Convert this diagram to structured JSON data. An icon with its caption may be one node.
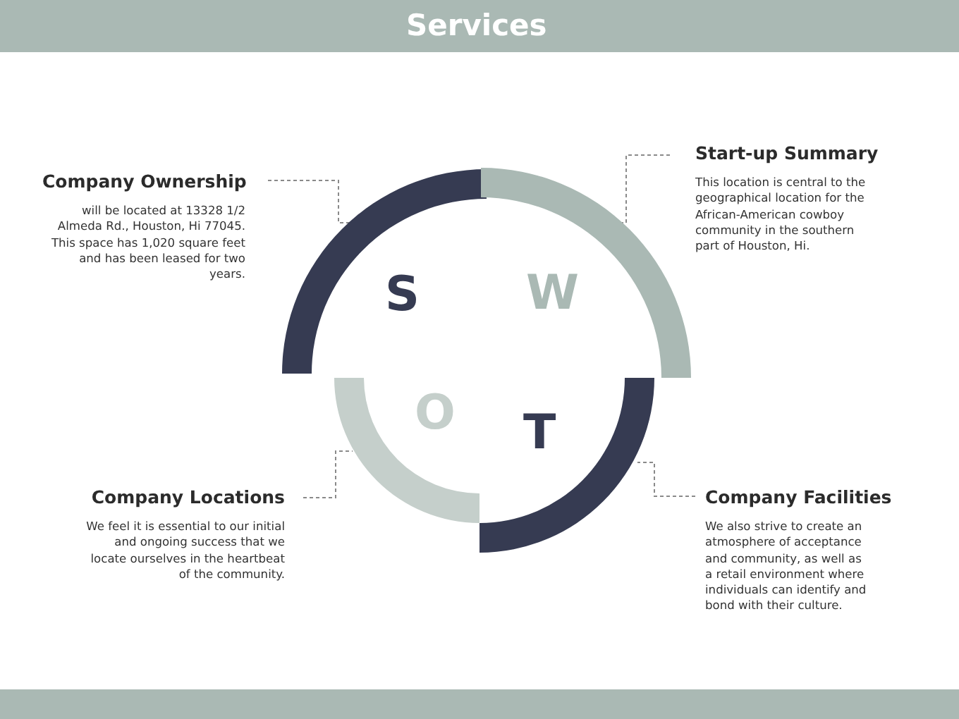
{
  "diagram": {
    "title": "Services",
    "nodes": [
      {
        "text": [
          "Company Ownership",
          "will be located at 13328 1/2 Almeda Rd., Houston, Hi 77045. This space has 1,020 square feet and has been leased for two years."
        ]
      },
      {
        "text": [
          "Start-up Summary",
          "This location is central to the geographical location for the African-American cowboy community in the southern part of Houston, Hi."
        ]
      },
      {
        "text": [
          "S"
        ]
      },
      {
        "text": [
          "W"
        ]
      },
      {
        "text": [
          "O"
        ]
      },
      {
        "text": [
          "T"
        ]
      },
      {
        "text": [
          "Company Locations",
          "We feel it is essential to our initial and ongoing success that we locate ourselves in the heartbeat of the community."
        ]
      },
      {
        "text": [
          "Company Facilities",
          "We also strive to create an atmosphere of acceptance and community, as well as a retail environment where individuals can identify and bond with their culture."
        ]
      }
    ],
    "edges": [
      {
        "from": 0,
        "to": 2,
        "arrow": "none",
        "style": "dashed"
      },
      {
        "from": 1,
        "to": 3,
        "arrow": "none",
        "style": "dashed"
      },
      {
        "from": 6,
        "to": 4,
        "arrow": "none",
        "style": "dashed"
      },
      {
        "from": 7,
        "to": 5,
        "arrow": "none",
        "style": "dashed"
      }
    ]
  }
}
